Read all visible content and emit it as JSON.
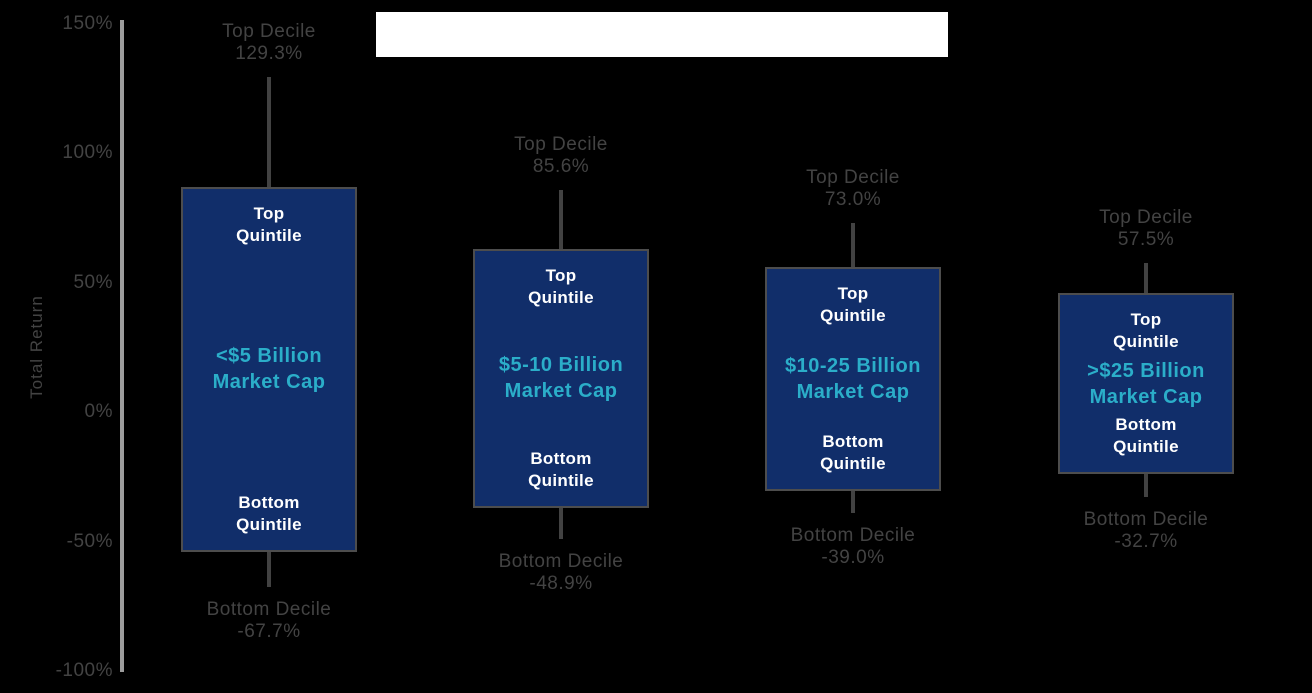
{
  "title_box": {
    "text": ""
  },
  "chart_data": {
    "type": "box-whisker",
    "title": "",
    "xlabel": "",
    "ylabel": "Total Return",
    "ylim": [
      -100,
      150
    ],
    "grid": false,
    "legend": false,
    "background": "black",
    "yticks": [
      {
        "value": 150,
        "label": "150%"
      },
      {
        "value": 100,
        "label": "100%"
      },
      {
        "value": 50,
        "label": "50%"
      },
      {
        "value": 0,
        "label": "0%"
      },
      {
        "value": -50,
        "label": "-50%"
      },
      {
        "value": -100,
        "label": "-100%"
      }
    ],
    "groups": [
      {
        "category": "<$5 Billion Market Cap",
        "category_label": "<$5 Billion\nMarket Cap",
        "top_decile_title": "Top Decile",
        "top_decile_label": "129.3%",
        "top_decile_pct": 129.3,
        "top_quintile_label": "Top\nQuintile",
        "top_quintile_pct": 87,
        "bottom_quintile_label": "Bottom\nQuintile",
        "bottom_quintile_pct": -54,
        "bottom_decile_title": "Bottom Decile",
        "bottom_decile_label": "-67.7%",
        "bottom_decile_pct": -67.7
      },
      {
        "category": "$5-10 Billion Market Cap",
        "category_label": "$5-10 Billion\nMarket Cap",
        "top_decile_title": "Top Decile",
        "top_decile_label": "85.6%",
        "top_decile_pct": 85.6,
        "top_quintile_label": "Top\nQuintile",
        "top_quintile_pct": 63,
        "bottom_quintile_label": "Bottom\nQuintile",
        "bottom_quintile_pct": -37,
        "bottom_decile_title": "Bottom Decile",
        "bottom_decile_label": "-48.9%",
        "bottom_decile_pct": -48.9
      },
      {
        "category": "$10-25 Billion Market Cap",
        "category_label": "$10-25 Billion\nMarket Cap",
        "top_decile_title": "Top Decile",
        "top_decile_label": "73.0%",
        "top_decile_pct": 73.0,
        "top_quintile_label": "Top\nQuintile",
        "top_quintile_pct": 56,
        "bottom_quintile_label": "Bottom\nQuintile",
        "bottom_quintile_pct": -30.5,
        "bottom_decile_title": "Bottom Decile",
        "bottom_decile_label": "-39.0%",
        "bottom_decile_pct": -39.0
      },
      {
        "category": ">$25 Billion Market Cap",
        "category_label": ">$25 Billion\nMarket Cap",
        "top_decile_title": "Top Decile",
        "top_decile_label": "57.5%",
        "top_decile_pct": 57.5,
        "top_quintile_label": "Top\nQuintile",
        "top_quintile_pct": 46,
        "bottom_quintile_label": "Bottom\nQuintile",
        "bottom_quintile_pct": -24,
        "bottom_decile_title": "Bottom Decile",
        "bottom_decile_label": "-32.7%",
        "bottom_decile_pct": -32.7
      }
    ],
    "colors": {
      "background": "#000000",
      "title_box": "#FFFFFF",
      "box_fill": "#112E6A",
      "box_border": "#4D4D4D",
      "whisker": "#424242",
      "axis_line": "#9C9C9C",
      "gray_text": "#434343",
      "quintile_text": "#FFFFFF",
      "category_text": "#2BAEC9"
    }
  }
}
